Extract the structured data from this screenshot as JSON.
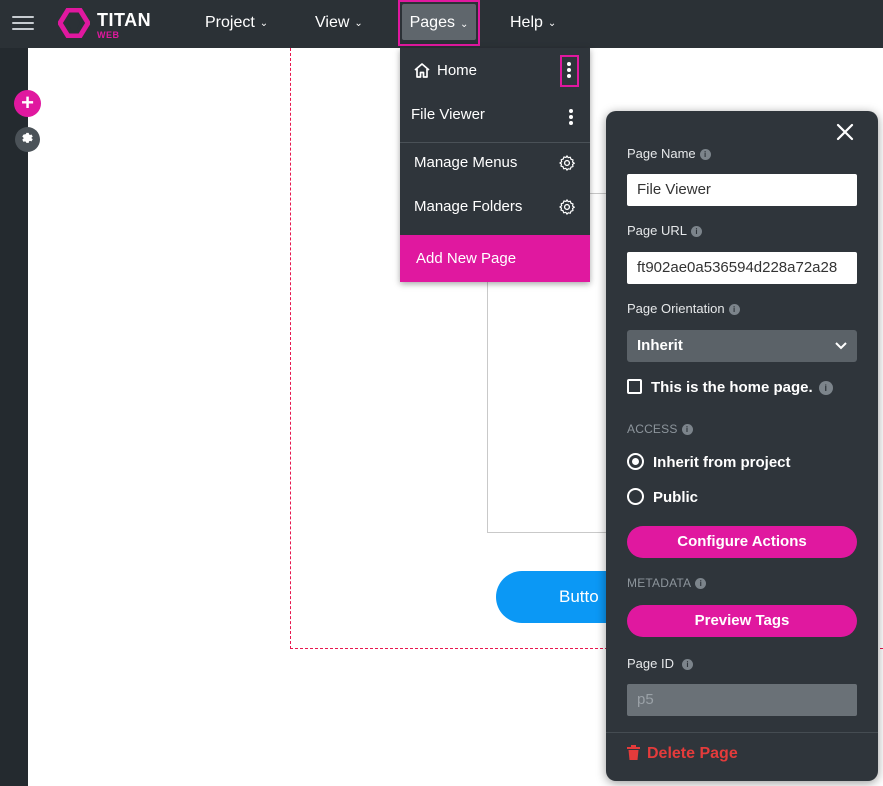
{
  "app": {
    "logo_text": "TITAN",
    "logo_sub": "WEB"
  },
  "topnav": {
    "items": [
      {
        "label": "Project"
      },
      {
        "label": "View"
      },
      {
        "label": "Pages"
      },
      {
        "label": "Help"
      }
    ]
  },
  "pages_menu": {
    "pages": [
      {
        "label": "Home"
      },
      {
        "label": "File Viewer"
      }
    ],
    "manage_menus": "Manage Menus",
    "manage_folders": "Manage Folders",
    "add_new_page": "Add New Page"
  },
  "canvas": {
    "button_label": "Butto"
  },
  "panel": {
    "page_name_label": "Page Name",
    "page_name_value": "File Viewer",
    "page_url_label": "Page URL",
    "page_url_value": "ft902ae0a536594d228a72a28",
    "orientation_label": "Page Orientation",
    "orientation_value": "Inherit",
    "home_checkbox_label": "This is the home page.",
    "access_section": "ACCESS",
    "access_options": [
      {
        "label": "Inherit from project",
        "selected": true
      },
      {
        "label": "Public",
        "selected": false
      }
    ],
    "configure_actions": "Configure Actions",
    "metadata_section": "METADATA",
    "preview_tags": "Preview Tags",
    "page_id_label": "Page ID",
    "page_id_value": "p5",
    "delete_page": "Delete Page"
  },
  "colors": {
    "accent": "#e0189f",
    "topbar": "#2b3136",
    "panel": "#2f353b",
    "canvas_button": "#0b98f5",
    "delete": "#e43b3b"
  }
}
